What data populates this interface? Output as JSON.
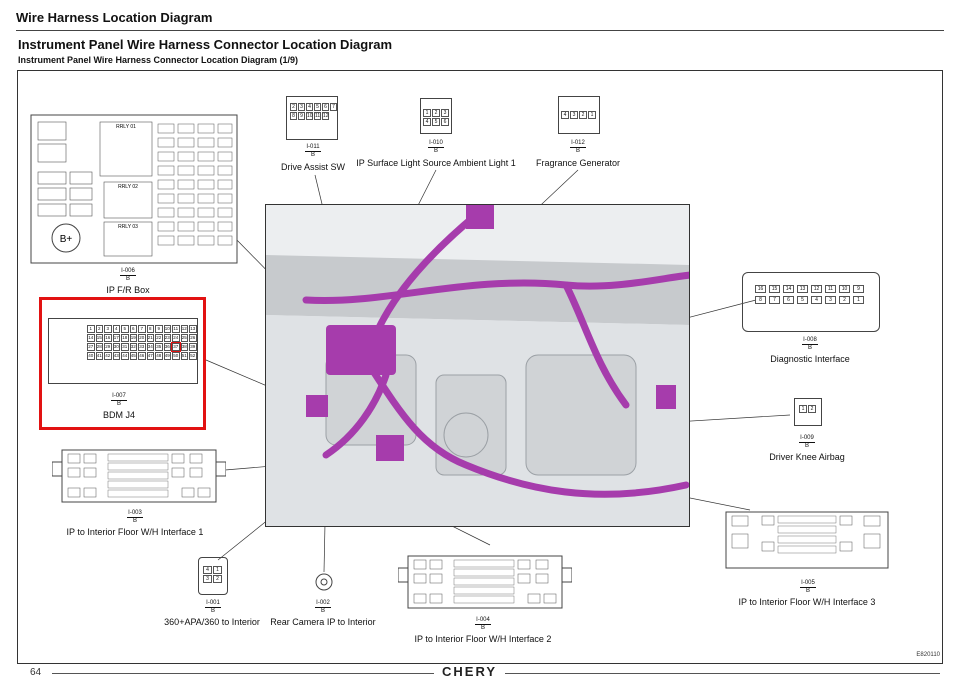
{
  "header": {
    "section": "Wire Harness Location Diagram",
    "title": "Instrument Panel Wire Harness Connector Location Diagram",
    "subtitle": "Instrument Panel Wire Harness Connector Location Diagram (1/9)"
  },
  "connectors": [
    {
      "id": "I-006",
      "variant": "B",
      "label": "IP F/R Box"
    },
    {
      "id": "I-011",
      "variant": "B",
      "label": "Drive Assist SW"
    },
    {
      "id": "I-010",
      "variant": "B",
      "label": "IP Surface Light Source Ambient Light 1"
    },
    {
      "id": "I-012",
      "variant": "B",
      "label": "Fragrance Generator"
    },
    {
      "id": "I-008",
      "variant": "B",
      "label": "Diagnostic Interface"
    },
    {
      "id": "I-007",
      "variant": "B",
      "label": "BDM J4"
    },
    {
      "id": "I-009",
      "variant": "B",
      "label": "Driver Knee Airbag"
    },
    {
      "id": "I-003",
      "variant": "B",
      "label": "IP to Interior Floor W/H Interface 1"
    },
    {
      "id": "I-001",
      "variant": "B",
      "label": "360+APA/360 to Interior"
    },
    {
      "id": "I-002",
      "variant": "B",
      "label": "Rear Camera IP to Interior"
    },
    {
      "id": "I-004",
      "variant": "B",
      "label": "IP to Interior Floor W/H Interface 2"
    },
    {
      "id": "I-005",
      "variant": "B",
      "label": "IP to Interior Floor W/H Interface 3"
    }
  ],
  "fuse_box": {
    "relays": [
      "RRLY 01",
      "RRLY 02",
      "RRLY 03"
    ],
    "terminal": "B+"
  },
  "pins": {
    "drive_assist": [
      "2",
      "3",
      "4",
      "5",
      "6",
      "7",
      "8",
      "9",
      "10",
      "11",
      "12"
    ],
    "ambient_light": [
      "1",
      "2",
      "3",
      "4",
      "5",
      "6"
    ],
    "fragrance": [
      "4",
      "3",
      "2",
      "1"
    ],
    "diagnostic": [
      "16",
      "15",
      "14",
      "13",
      "12",
      "11",
      "10",
      "9",
      "8",
      "7",
      "6",
      "5",
      "4",
      "3",
      "2",
      "1"
    ],
    "knee_airbag": [
      "1",
      "2"
    ],
    "bdm_j4_row1": [
      "1",
      "2",
      "3",
      "4",
      "5",
      "6",
      "7",
      "8",
      "9",
      "10",
      "11",
      "12",
      "13"
    ],
    "bdm_j4_row2": [
      "14",
      "15",
      "16",
      "17",
      "18",
      "19",
      "20",
      "21",
      "22",
      "23",
      "24",
      "25",
      "26"
    ],
    "bdm_j4_row3": [
      "27",
      "28",
      "29",
      "30",
      "31",
      "32",
      "33",
      "34",
      "35",
      "36",
      "37",
      "38",
      "39"
    ],
    "bdm_j4_row4": [
      "40",
      "41",
      "42",
      "43",
      "44",
      "45",
      "46",
      "47",
      "48",
      "49",
      "50",
      "51",
      "52"
    ],
    "camera_360": [
      "4",
      "1",
      "3",
      "2"
    ]
  },
  "footer": {
    "page": "64",
    "brand": "CHERY",
    "figure_code": "E820110"
  },
  "colors": {
    "harness": "#a63cac",
    "highlight": "#e21212"
  }
}
